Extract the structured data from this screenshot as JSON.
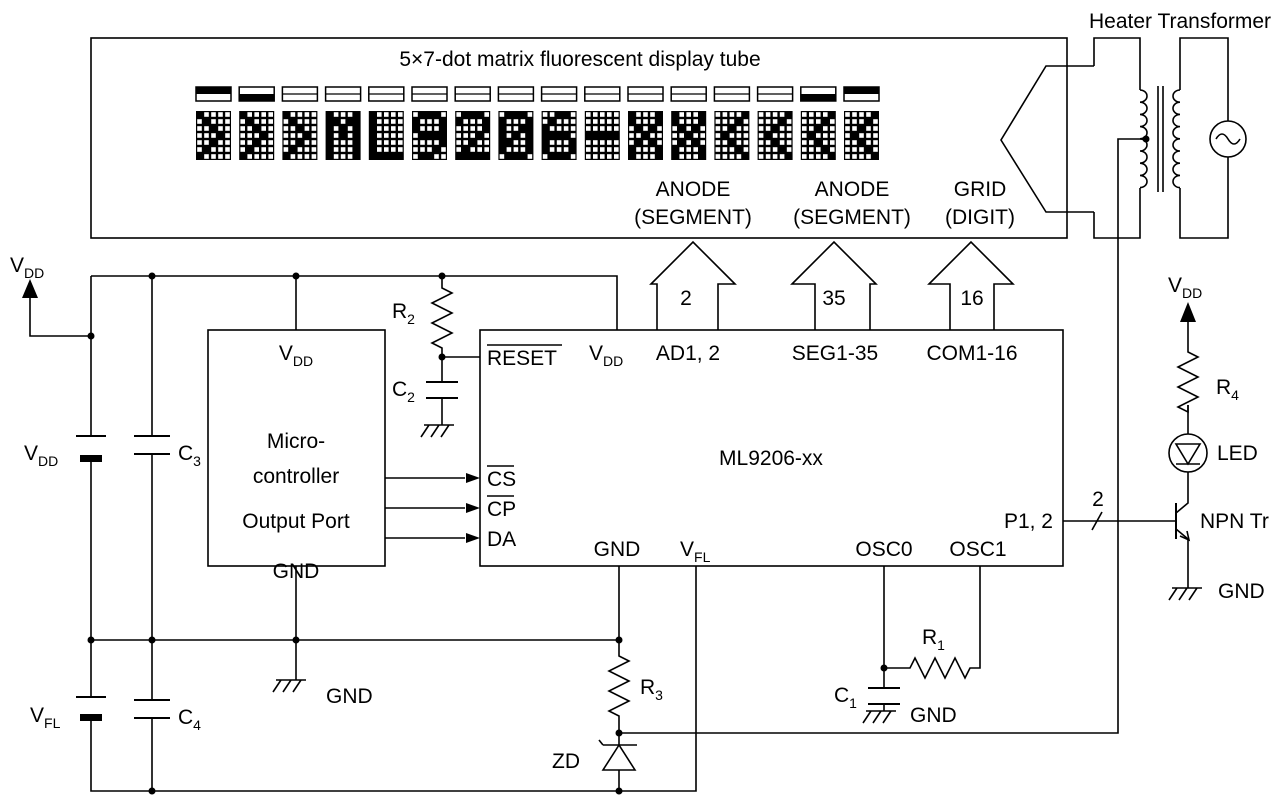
{
  "vfd": {
    "title": "5×7-dot matrix fluorescent display tube",
    "label_anode1_a": "ANODE",
    "label_anode1_b": "(SEGMENT)",
    "label_anode2_a": "ANODE",
    "label_anode2_b": "(SEGMENT)",
    "label_grid_a": "GRID",
    "label_grid_b": "(DIGIT)",
    "bus_ad": "2",
    "bus_seg": "35",
    "bus_com": "16",
    "chars": [
      ">",
      ">",
      ">",
      "M",
      "L",
      "9",
      "2",
      "0",
      "6",
      "-",
      "X",
      "X",
      "<",
      "<",
      "<",
      "<"
    ],
    "top_marks": [
      "top",
      "bottom",
      "none",
      "none",
      "none",
      "none",
      "none",
      "none",
      "none",
      "none",
      "none",
      "none",
      "none",
      "none",
      "bottom",
      "top"
    ]
  },
  "transformer": {
    "title": "Heater Transformer"
  },
  "ic": {
    "name": "ML9206-xx",
    "pin_reset": "RESET",
    "pin_vdd": "V",
    "pin_vdd_sub": "DD",
    "pin_ad": "AD1, 2",
    "pin_seg": "SEG1-35",
    "pin_com": "COM1-16",
    "pin_cs": "CS",
    "pin_cp": "CP",
    "pin_da": "DA",
    "pin_gnd": "GND",
    "pin_vfl": "V",
    "pin_vfl_sub": "FL",
    "pin_osc0": "OSC0",
    "pin_osc1": "OSC1",
    "pin_p": "P1, 2",
    "bus_p": "2"
  },
  "mcu": {
    "vdd": "V",
    "vdd_sub": "DD",
    "line1": "Micro-",
    "line2": "controller",
    "line3": "Output Port",
    "gnd": "GND"
  },
  "components": {
    "vdd_left": "V",
    "vdd_left_sub": "DD",
    "vdd_batt": "V",
    "vdd_batt_sub": "DD",
    "vfl_batt": "V",
    "vfl_batt_sub": "FL",
    "c3": "C",
    "c3_sub": "3",
    "c4": "C",
    "c4_sub": "4",
    "r2": "R",
    "r2_sub": "2",
    "c2": "C",
    "c2_sub": "2",
    "r3": "R",
    "r3_sub": "3",
    "zd": "ZD",
    "r1": "R",
    "r1_sub": "1",
    "c1": "C",
    "c1_sub": "1",
    "gnd_mcu": "GND",
    "gnd_osc": "GND",
    "vdd_right": "V",
    "vdd_right_sub": "DD",
    "r4": "R",
    "r4_sub": "4",
    "led": "LED",
    "npn": "NPN Tr",
    "gnd_npn": "GND"
  }
}
